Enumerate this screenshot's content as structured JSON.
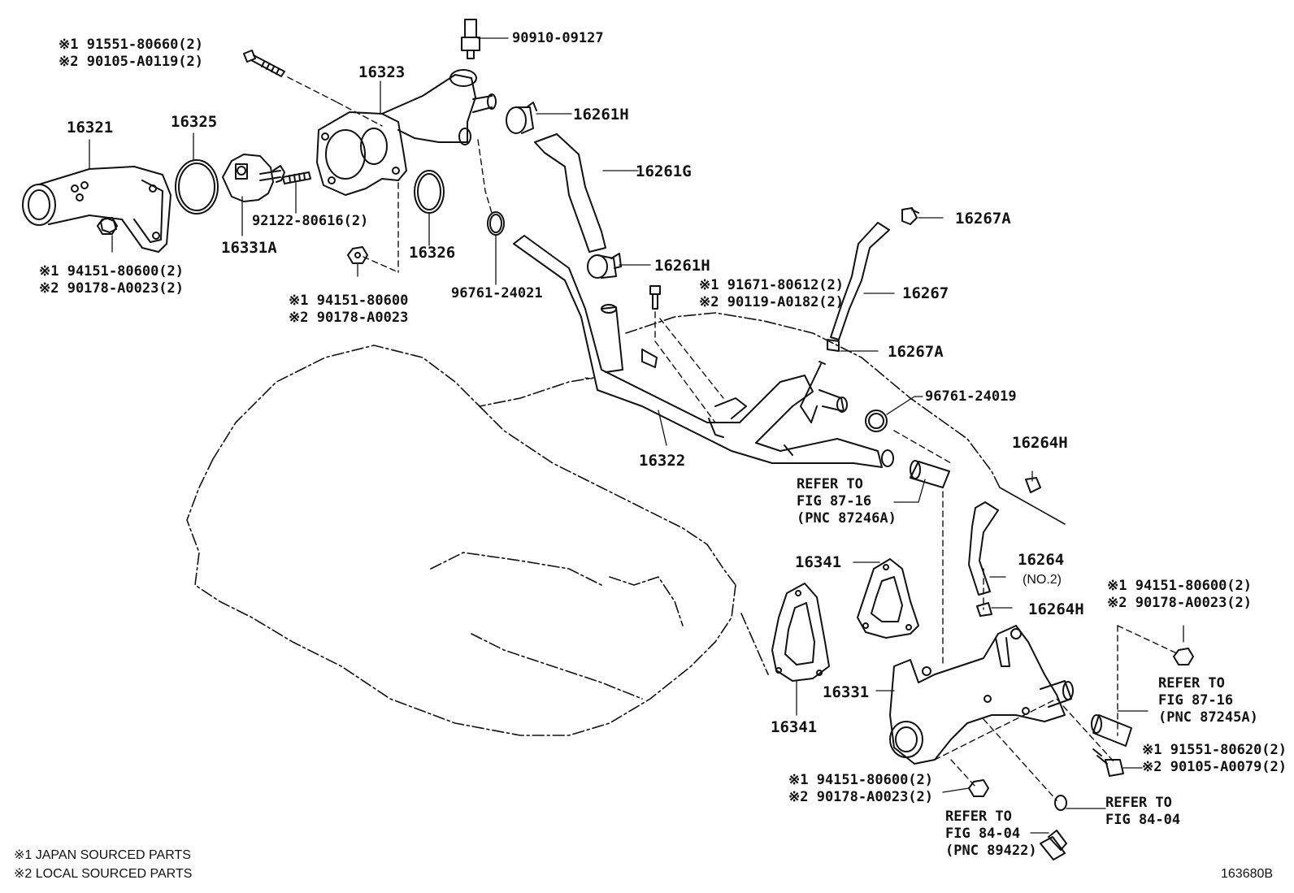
{
  "labels": {
    "p16321": "16321",
    "p16325": "16325",
    "p16323": "16323",
    "p16331A": "16331A",
    "p16326": "16326",
    "p16261H_a": "16261H",
    "p16261G": "16261G",
    "p16261H_b": "16261H",
    "p16267A_a": "16267A",
    "p16267": "16267",
    "p16267A_b": "16267A",
    "p16322": "16322",
    "p16264H_a": "16264H",
    "p16264": "16264",
    "p16264_no2": "(NO.2)",
    "p16264H_b": "16264H",
    "p16341_a": "16341",
    "p16341_b": "16341",
    "p16331": "16331",
    "p90910": "90910-09127",
    "p92122": "92122-80616(2)",
    "p96761_a": "96761-24021",
    "p96761_b": "96761-24019",
    "bolt_top_1": "※1 91551-80660(2)",
    "bolt_top_2": "※2 90105-A0119(2)",
    "nut_left_1": "※1 94151-80600(2)",
    "nut_left_2": "※2 90178-A0023(2)",
    "nut_mid_1": "※1 94151-80600",
    "nut_mid_2": "※2 90178-A0023",
    "bolt_mid_1": "※1 91671-80612(2)",
    "bolt_mid_2": "※2 90119-A0182(2)",
    "nut_right_1": "※1 94151-80600(2)",
    "nut_right_2": "※2 90178-A0023(2)",
    "bolt_right_1": "※1 91551-80620(2)",
    "bolt_right_2": "※2 90105-A0079(2)",
    "nut_bottom_1": "※1 94151-80600(2)",
    "nut_bottom_2": "※2 90178-A0023(2)"
  },
  "references": {
    "ref_87246A": [
      "REFER TO",
      "FIG 87-16",
      "(PNC 87246A)"
    ],
    "ref_87245A": [
      "REFER TO",
      "FIG 87-16",
      "(PNC 87245A)"
    ],
    "ref_89422": [
      "REFER TO",
      "FIG 84-04",
      "(PNC 89422)"
    ],
    "ref_84_04": [
      "REFER TO",
      "FIG 84-04"
    ]
  },
  "legend": {
    "line1": "※1 JAPAN SOURCED PARTS",
    "line2": "※2 LOCAL SOURCED PARTS"
  },
  "figure_id": "163680B"
}
